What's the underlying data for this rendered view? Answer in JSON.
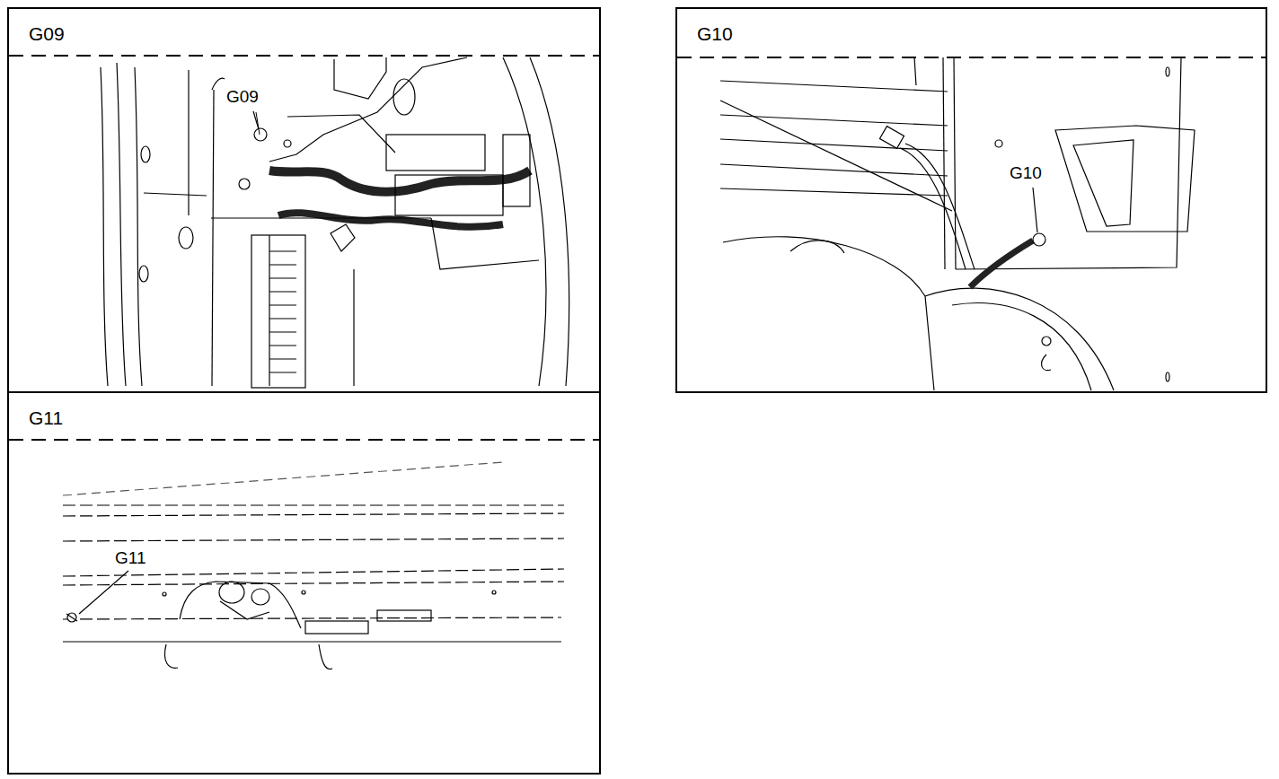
{
  "diagram": {
    "nodes": [
      {
        "text": [
          "G09"
        ]
      },
      {
        "text": [
          "G10"
        ]
      },
      {
        "text": [
          "G11"
        ]
      }
    ],
    "labels": [
      "G09",
      "G10",
      "G11"
    ]
  }
}
